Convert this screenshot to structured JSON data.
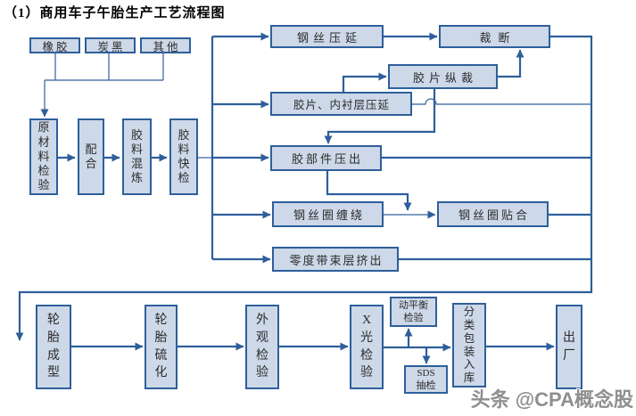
{
  "title": "（1）商用车子午胎生产工艺流程图",
  "watermark": "头条 @CPA概念股",
  "colors": {
    "box_fill": "#cdd8e8",
    "box_border": "#2e5f9b",
    "connector_line": "#2e5f9b",
    "title_text": "#000000",
    "watermark_text": "#8f8f8f"
  },
  "nodes": {
    "rubber": {
      "label": "橡胶"
    },
    "carbon_black": {
      "label": "炭黑"
    },
    "other": {
      "label": "其他"
    },
    "raw_material_inspection": {
      "label": "原材料检验"
    },
    "compounding": {
      "label": "配合"
    },
    "rubber_mixing": {
      "label": "胶料混炼"
    },
    "rubber_quick_check": {
      "label": "胶料快检"
    },
    "steel_wire_calendering": {
      "label": "钢丝压延"
    },
    "cutting": {
      "label": "裁断"
    },
    "film_slitting": {
      "label": "胶片纵裁"
    },
    "film_inner_liner_calendering": {
      "label": "胶片、内衬层压延"
    },
    "rubber_component_extrusion": {
      "label": "胶部件压出"
    },
    "bead_wire_winding": {
      "label": "钢丝圈缠绕"
    },
    "bead_wire_fitting": {
      "label": "钢丝圈贴合"
    },
    "zero_degree_belt_extrusion": {
      "label": "零度带束层挤出"
    },
    "tire_building": {
      "label": "轮胎成型"
    },
    "tire_vulcanization": {
      "label": "轮胎硫化"
    },
    "appearance_inspection": {
      "label": "外观检验"
    },
    "xray_inspection": {
      "label": "X光检验"
    },
    "dynamic_balance_inspection": {
      "label": "动平衡检验"
    },
    "sds_sampling_inspection": {
      "label": "SDS抽检"
    },
    "sorting_packing_warehousing": {
      "label": "分类包装入库"
    },
    "factory_shipment": {
      "label": "出厂"
    }
  },
  "flows": [
    "橡胶→原材料检验",
    "炭黑→原材料检验",
    "其他→原材料检验",
    "原材料检验→配合",
    "配合→胶料混炼",
    "胶料混炼→胶料快检",
    "胶料快检→钢丝压延",
    "胶料快检→胶片、内衬层压延",
    "胶料快检→胶部件压出",
    "胶料快检→钢丝圈缠绕",
    "胶料快检→零度带束层挤出",
    "钢丝压延→裁断",
    "胶片、内衬层压延→胶片纵裁",
    "胶片纵裁→裁断",
    "胶片纵裁→胶部件压出",
    "胶部件压出→钢丝圈贴合",
    "钢丝圈缠绕→钢丝圈贴合",
    "裁断→轮胎成型",
    "胶片、内衬层压延→轮胎成型",
    "胶部件压出→轮胎成型",
    "钢丝圈贴合→轮胎成型",
    "零度带束层挤出→轮胎成型",
    "轮胎成型→轮胎硫化",
    "轮胎硫化→外观检验",
    "外观检验→X光检验",
    "X光检验→动平衡检验",
    "X光检验→SDS抽检",
    "X光检验→分类包装入库",
    "分类包装入库→出厂"
  ]
}
